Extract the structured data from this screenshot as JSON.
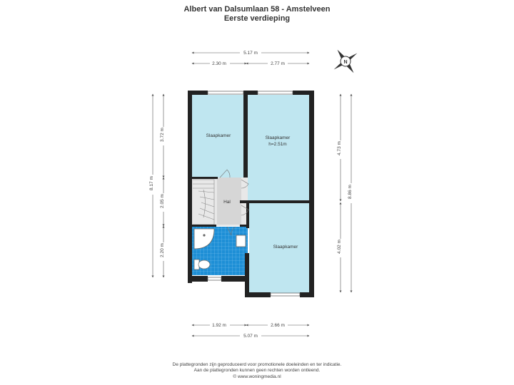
{
  "header": {
    "title": "Albert van Dalsumlaan 58 - Amstelveen",
    "subtitle": "Eerste verdieping"
  },
  "rooms": {
    "bedroom_small": "Slaapkamer",
    "bedroom_large": "Slaapkamer",
    "bedroom_large_height": "h=2.51m",
    "hall": "Hal",
    "bedroom_bottom": "Slaapkamer"
  },
  "dimensions": {
    "top_total": "5.17 m",
    "top_left": "2.30 m",
    "top_right": "2.77 m",
    "bottom_left": "1.92 m",
    "bottom_right": "2.66 m",
    "bottom_total": "5.07 m",
    "left_total": "8.17 m",
    "left_top": "3.72 m",
    "left_mid": "2.05 m",
    "left_bottom": "2.20 m",
    "right_total": "8.86 m",
    "right_top": "4.73 m",
    "right_bottom": "4.02 m"
  },
  "compass": {
    "label": "N"
  },
  "colors": {
    "room_fill": "#bfe6f0",
    "hall_fill": "#d9d9d9",
    "bathroom_tile": "#1e8fd6",
    "wall": "#222222"
  },
  "footer": {
    "line1": "De plattegronden zijn geproduceerd voor promotionele doeleinden en ter indicatie.",
    "line2": "Aan de plattegronden kunnen geen rechten worden ontleend.",
    "line3": "© www.woningmedia.nl"
  }
}
